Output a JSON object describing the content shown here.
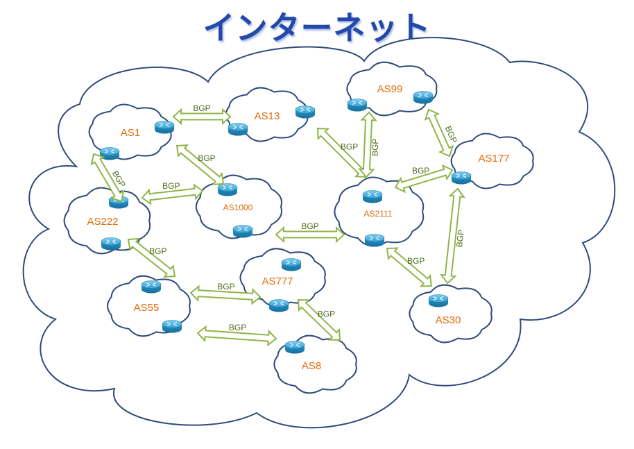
{
  "title": "インターネット",
  "colors": {
    "cloud_stroke": "#2d4b7b",
    "arrow_stroke": "#8fb548",
    "arrow_fill": "#ffffff",
    "as_label": "#e26b0a",
    "router_top": "#4fb2dc",
    "router_side": "#1b7fb0"
  },
  "icons": {
    "router": "router-icon",
    "cloud": "cloud-shape"
  },
  "autonomous_systems": [
    {
      "id": "as1",
      "label": "AS1"
    },
    {
      "id": "as13",
      "label": "AS13"
    },
    {
      "id": "as99",
      "label": "AS99"
    },
    {
      "id": "as177",
      "label": "AS177"
    },
    {
      "id": "as222",
      "label": "AS222"
    },
    {
      "id": "as1000",
      "label": "AS1000"
    },
    {
      "id": "as2111",
      "label": "AS2111"
    },
    {
      "id": "as777",
      "label": "AS777"
    },
    {
      "id": "as55",
      "label": "AS55"
    },
    {
      "id": "as30",
      "label": "AS30"
    },
    {
      "id": "as8",
      "label": "AS8"
    }
  ],
  "links": [
    {
      "from": "as1",
      "to": "as13",
      "label": "BGP"
    },
    {
      "from": "as1",
      "to": "as1000",
      "label": "BGP"
    },
    {
      "from": "as1",
      "to": "as222",
      "label": "BGP"
    },
    {
      "from": "as222",
      "to": "as1000",
      "label": "BGP"
    },
    {
      "from": "as13",
      "to": "as2111",
      "label": "BGP"
    },
    {
      "from": "as99",
      "to": "as2111",
      "label": "BGP"
    },
    {
      "from": "as99",
      "to": "as177",
      "label": "BGP"
    },
    {
      "from": "as2111",
      "to": "as177",
      "label": "BGP"
    },
    {
      "from": "as1000",
      "to": "as2111",
      "label": "BGP"
    },
    {
      "from": "as177",
      "to": "as30",
      "label": "BGP"
    },
    {
      "from": "as2111",
      "to": "as30",
      "label": "BGP"
    },
    {
      "from": "as222",
      "to": "as55",
      "label": "BGP"
    },
    {
      "from": "as55",
      "to": "as777",
      "label": "BGP"
    },
    {
      "from": "as55",
      "to": "as8",
      "label": "BGP"
    },
    {
      "from": "as777",
      "to": "as8",
      "label": "BGP"
    }
  ]
}
